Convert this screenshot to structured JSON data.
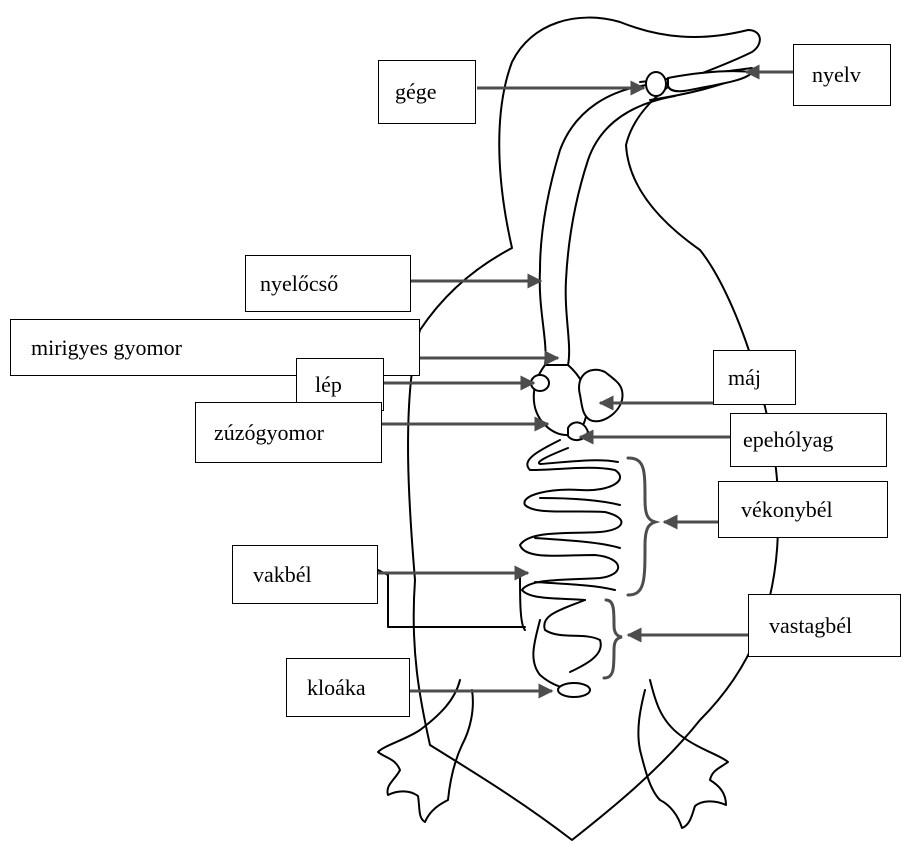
{
  "labels": {
    "gege": "gége",
    "nyelv": "nyelv",
    "nyelocso": "nyelőcső",
    "mirigyes_gyomor": "mirigyes gyomor",
    "lep": "lép",
    "maj": "máj",
    "zuzogyomor": "zúzógyomor",
    "epeholyag": "epehólyag",
    "vekonybel": "vékonybél",
    "vakbel": "vakbél",
    "vastagbel": "vastagbél",
    "kloaka": "kloáka"
  },
  "colors": {
    "arrow": "#4d4d4d",
    "outline": "#000000",
    "label_border": "#000000"
  }
}
